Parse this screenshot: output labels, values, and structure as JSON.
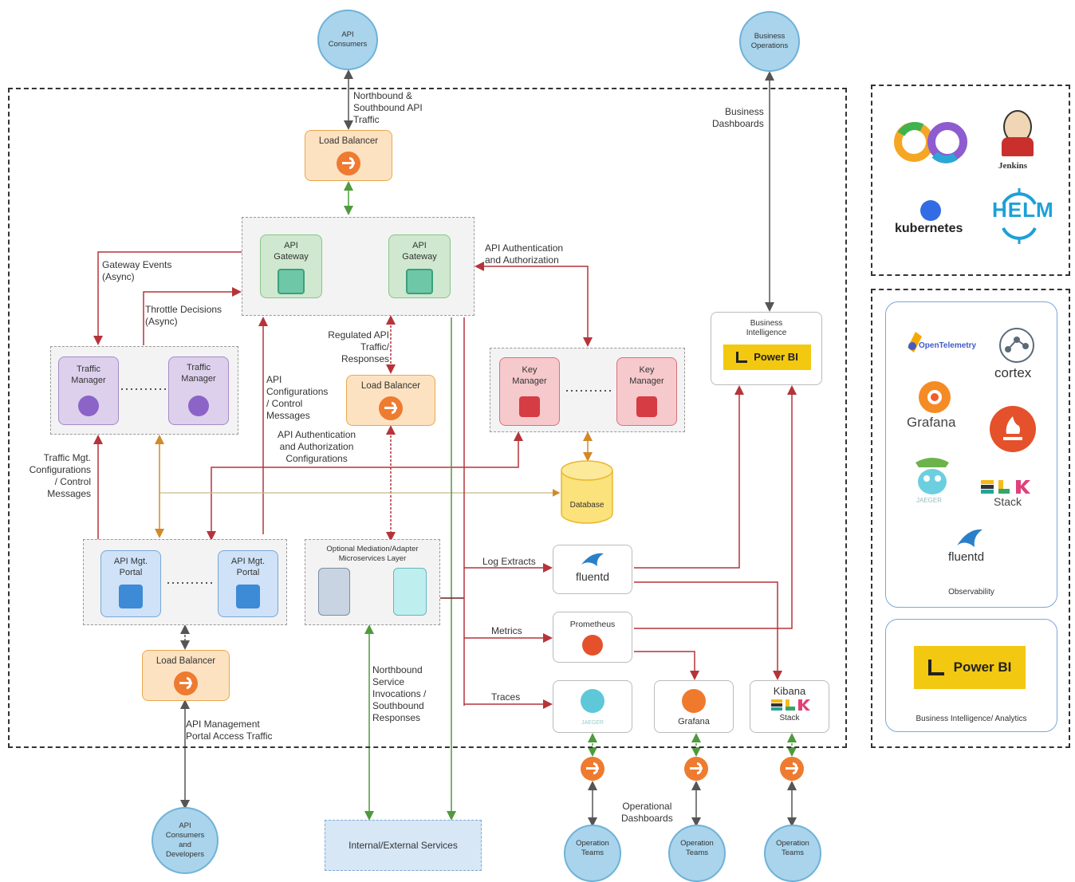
{
  "nodes": {
    "api_consumers": "API\nConsumers",
    "business_operations": "Business\nOperations",
    "api_consumers_developers": "API\nConsumers\nand\nDevelopers",
    "operation_teams_1": "Operation\nTeams",
    "operation_teams_2": "Operation\nTeams",
    "operation_teams_3": "Operation\nTeams",
    "load_balancer_top": "Load Balancer",
    "load_balancer_mid": "Load Balancer",
    "load_balancer_bottom": "Load Balancer",
    "api_gateway_1": "API\nGateway",
    "api_gateway_2": "API\nGateway",
    "traffic_manager_1": "Traffic\nManager",
    "traffic_manager_2": "Traffic\nManager",
    "key_manager_1": "Key\nManager",
    "key_manager_2": "Key\nManager",
    "database": "Database",
    "api_portal_1": "API Mgt.\nPortal",
    "api_portal_2": "API Mgt.\nPortal",
    "mediation_layer": "Optional Mediation/Adapter\nMicroservices Layer",
    "fluentd": "fluentd",
    "prometheus": "Prometheus",
    "jaeger": "JAEGER",
    "grafana": "Grafana",
    "kibana": "Kibana",
    "kibana_stack": "Stack",
    "business_intelligence": "Business\nIntelligence",
    "power_bi": "Power BI",
    "internal_external_services": "Internal/External Services"
  },
  "labels": {
    "northbound_southbound_api": "Northbound &\nSouthbound API\nTraffic",
    "business_dashboards": "Business\nDashboards",
    "gateway_events": "Gateway Events\n(Async)",
    "throttle_decisions": "Throttle Decisions\n(Async)",
    "api_auth_top": "API Authentication\nand Authorization",
    "regulated_api_traffic": "Regulated API\nTraffic/\nResponses",
    "api_configurations": "API\nConfigurations\n/ Control\nMessages",
    "api_auth_configs": "API Authentication\nand Authorization\nConfigurations",
    "traffic_mgt_configs": "Traffic Mgt.\nConfigurations\n/ Control\nMessages",
    "log_extracts": "Log Extracts",
    "metrics": "Metrics",
    "traces": "Traces",
    "northbound_service": "Northbound\nService\nInvocations /\nSouthbound\nResponses",
    "api_mgmt_portal_access": "API Management\nPortal Access Traffic",
    "operational_dashboards": "Operational\nDashboards"
  },
  "tools": {
    "jenkins": "Jenkins",
    "kubernetes": "kubernetes",
    "helm": "HELM"
  },
  "observability": {
    "opentelemetry": "OpenTelemetry",
    "cortex": "cortex",
    "grafana": "Grafana",
    "jaeger": "JAEGER",
    "elk_stack": "Stack",
    "fluentd": "fluentd",
    "caption": "Observability"
  },
  "analytics": {
    "power_bi": "Power BI",
    "caption": "Business Intelligence/ Analytics"
  },
  "colors": {
    "consumer_circle": "#a9d4ec",
    "load_balancer": "#fde2c2",
    "gateway": "#cfe8cf",
    "traffic_manager": "#dcd0ec",
    "key_manager": "#f6c9cc",
    "portal": "#cfe2f7",
    "database": "#fbe27a",
    "power_bi": "#f2c811",
    "red_line": "#b5343a",
    "green_line": "#4f9a3f",
    "orange_line": "#d08a2a"
  }
}
